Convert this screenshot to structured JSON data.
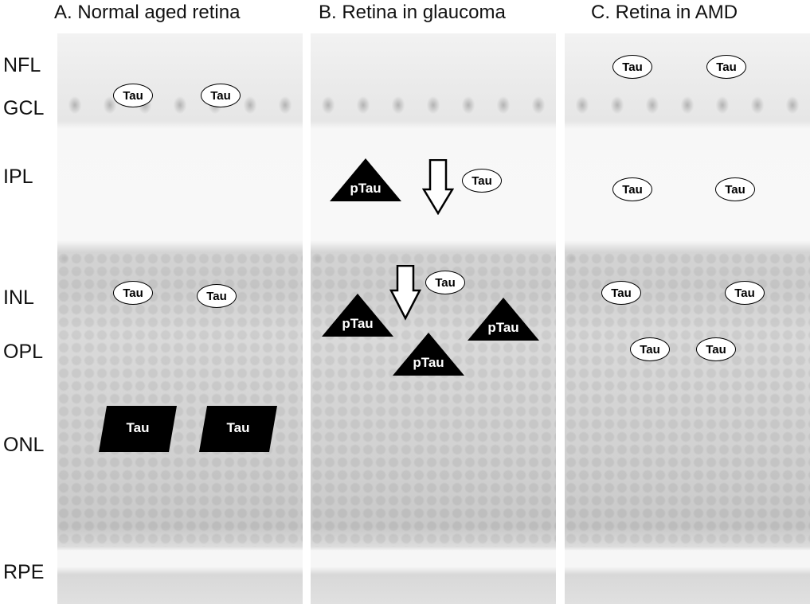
{
  "titles": [
    "A. Normal aged retina",
    "B. Retina in glaucoma",
    "C. Retina in AMD"
  ],
  "layers": [
    "NFL",
    "GCL",
    "IPL",
    "INL",
    "OPL",
    "ONL",
    "RPE"
  ],
  "markers": {
    "tau": "Tau",
    "ptau": "pTau"
  },
  "colors": {
    "marker_fill": "#000000",
    "oval_fill": "#ffffff"
  }
}
